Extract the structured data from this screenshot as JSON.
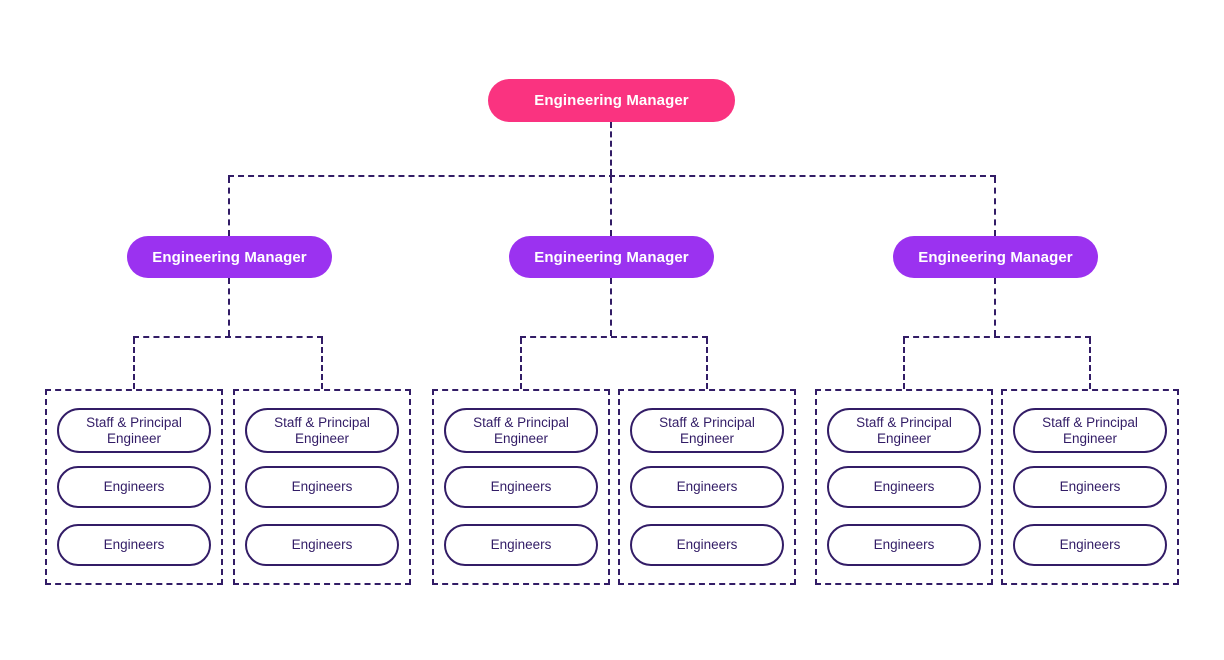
{
  "diagram": {
    "title_hint": "engineering org chart",
    "colors": {
      "root_node": "#FA3380",
      "manager_node": "#9B32F0",
      "outline_and_lines": "#321C66",
      "background": "#FFFFFF",
      "node_text_light": "#FFFFFF"
    },
    "root": {
      "label": "Engineering Manager"
    },
    "managers": [
      {
        "label": "Engineering Manager"
      },
      {
        "label": "Engineering Manager"
      },
      {
        "label": "Engineering Manager"
      }
    ],
    "teams": [
      {
        "roles": [
          "Staff & Principal Engineer",
          "Engineers",
          "Engineers"
        ]
      },
      {
        "roles": [
          "Staff & Principal Engineer",
          "Engineers",
          "Engineers"
        ]
      },
      {
        "roles": [
          "Staff & Principal Engineer",
          "Engineers",
          "Engineers"
        ]
      },
      {
        "roles": [
          "Staff & Principal Engineer",
          "Engineers",
          "Engineers"
        ]
      },
      {
        "roles": [
          "Staff & Principal Engineer",
          "Engineers",
          "Engineers"
        ]
      },
      {
        "roles": [
          "Staff & Principal Engineer",
          "Engineers",
          "Engineers"
        ]
      }
    ]
  }
}
